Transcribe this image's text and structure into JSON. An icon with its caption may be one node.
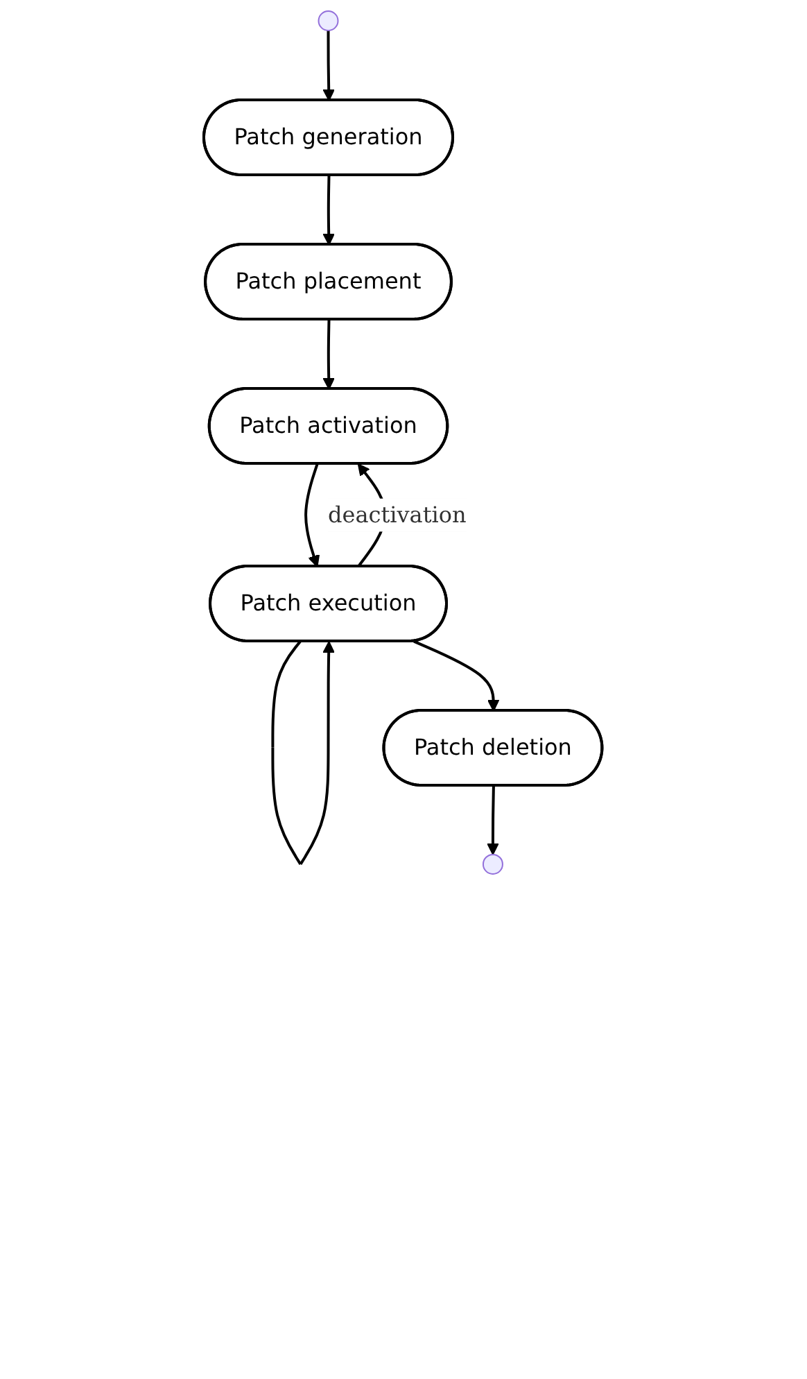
{
  "diagram": {
    "nodes": [
      {
        "text": [],
        "shape": "circle"
      },
      {
        "text": [
          "Patch generation"
        ]
      },
      {
        "text": [
          "Patch placement"
        ]
      },
      {
        "text": [
          "Patch activation"
        ]
      },
      {
        "text": [
          "Patch execution"
        ]
      },
      {
        "text": [
          "Patch deletion"
        ]
      },
      {
        "text": [],
        "shape": "circle"
      }
    ],
    "edges": [
      {
        "from": 0,
        "to": 1,
        "arrow": "to"
      },
      {
        "from": 1,
        "to": 2,
        "arrow": "to"
      },
      {
        "from": 2,
        "to": 3,
        "arrow": "to"
      },
      {
        "from": 3,
        "to": 4,
        "arrow": "to"
      },
      {
        "from": 4,
        "to": 3,
        "label": "deactivation",
        "arrow": "to"
      },
      {
        "from": 4,
        "to": 4,
        "arrow": "to"
      },
      {
        "from": 4,
        "to": 5,
        "arrow": "to"
      },
      {
        "from": 5,
        "to": 6,
        "arrow": "to"
      }
    ]
  }
}
